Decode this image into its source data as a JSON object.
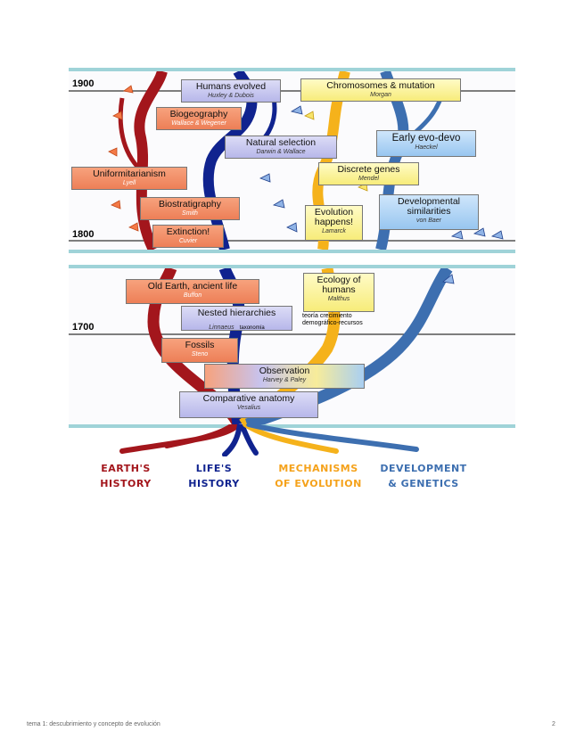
{
  "years": {
    "y1900": "1900",
    "y1800": "1800",
    "y1700": "1700"
  },
  "top_boxes": {
    "humans": {
      "title": "Humans evolved",
      "author": "Huxley & Dubois"
    },
    "chromosomes": {
      "title": "Chromosomes & mutation",
      "author": "Morgan"
    },
    "biogeography": {
      "title": "Biogeography",
      "author": "Wallace & Wegener"
    },
    "natural_selection": {
      "title": "Natural selection",
      "author": "Darwin & Wallace"
    },
    "evo_devo": {
      "title": "Early evo-devo",
      "author": "Haeckel"
    },
    "uniformitarianism": {
      "title": "Uniformitarianism",
      "author": "Lyell"
    },
    "discrete_genes": {
      "title": "Discrete genes",
      "author": "Mendel"
    },
    "biostratigraphy": {
      "title": "Biostratigraphy",
      "author": "Smith"
    },
    "evolution_happens": {
      "title1": "Evolution",
      "title2": "happens!",
      "author": "Lamarck"
    },
    "dev_similarities": {
      "title1": "Developmental",
      "title2": "similarities",
      "author": "von Baer"
    },
    "extinction": {
      "title": "Extinction!",
      "author": "Cuvier"
    }
  },
  "bottom_boxes": {
    "old_earth": {
      "title": "Old Earth, ancient life",
      "author": "Buffon"
    },
    "ecology": {
      "title1": "Ecology of",
      "title2": "humans",
      "author": "Malthus"
    },
    "nested": {
      "title": "Nested hierarchies",
      "author": "Linnaeus"
    },
    "fossils": {
      "title": "Fossils",
      "author": "Steno"
    },
    "observation": {
      "title": "Observation",
      "author": "Harvey & Paley"
    },
    "anatomy": {
      "title": "Comparative anatomy",
      "author": "Vesalius"
    }
  },
  "notes": {
    "taxonomia": "taxonomía",
    "malthus_line1": "teoría crecimiento",
    "malthus_line2": "demográfico-recursos"
  },
  "legend": {
    "earth_1": "EARTH'S",
    "earth_2": "HISTORY",
    "life_1": "LIFE'S",
    "life_2": "HISTORY",
    "mech_1": "MECHANISMS",
    "mech_2": "OF EVOLUTION",
    "dev_1": "DEVELOPMENT",
    "dev_2": "& GENETICS"
  },
  "colors": {
    "earth": "#a3161c",
    "life": "#10238f",
    "mechanisms": "#f5a21b",
    "development": "#3d6fb0",
    "panel_border": "#9fd3d8"
  },
  "footer": {
    "left": "tema 1: descubrimiento y concepto de evolución",
    "page": "2"
  }
}
